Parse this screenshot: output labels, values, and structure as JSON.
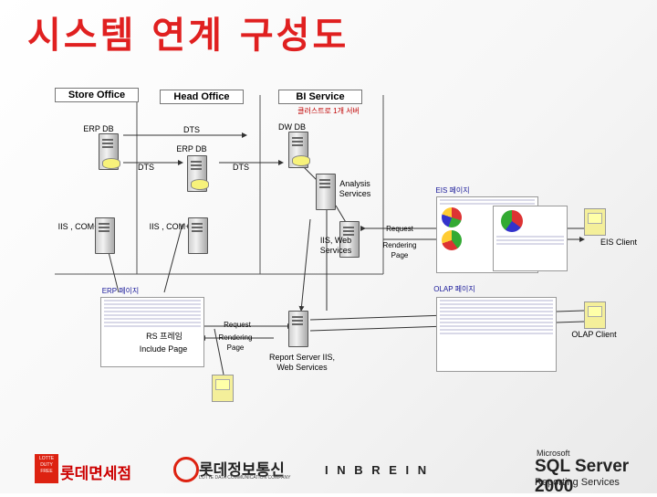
{
  "title": "시스템 연계 구성도",
  "zones": {
    "store_office": "Store Office",
    "head_office": "Head Office",
    "bi_service": "BI Service"
  },
  "labels": {
    "cluster_note": "클러스트로 1개 서버",
    "erp_db_left": "ERP DB",
    "dts_top": "DTS",
    "dw_db": "DW DB",
    "erp_db_mid": "ERP DB",
    "dts_left": "DTS",
    "dts_right": "DTS",
    "analysis_services": "Analysis Services",
    "eis_page": "EIS 페이지",
    "iis_com_left": "IIS , COM+",
    "iis_com_mid": "IIS , COM+",
    "iis_web_services": "IIS, Web Services",
    "request_top": "Request",
    "rendering_page_top": "Rendering Page",
    "eis_client": "EIS Client",
    "erp_page": "ERP 페이지",
    "olap_page": "OLAP 페이지",
    "request_bottom": "Request",
    "rs_frame": "RS 프레임",
    "include_page": "Include Page",
    "rendering_page_bottom": "Rendering Page",
    "olap_client": "OLAP Client",
    "report_server": "Report Server IIS, Web Services"
  },
  "footer": {
    "lotte_duty_free": "롯데면세점",
    "lotte_logo_box": "LOTTE DUTY FREE",
    "lotte_data": "롯데정보통신",
    "lotte_data_sub": "LOTTE DATA COMMUNICATION COMPANY",
    "inbrein": "I N B R E I N",
    "microsoft": "Microsoft",
    "sql_server": "SQL Server 2000",
    "reporting_services": "Reporting Services"
  },
  "colors": {
    "title": "#e02020",
    "note": "#c00000",
    "page_label": "#1a1a9a"
  }
}
